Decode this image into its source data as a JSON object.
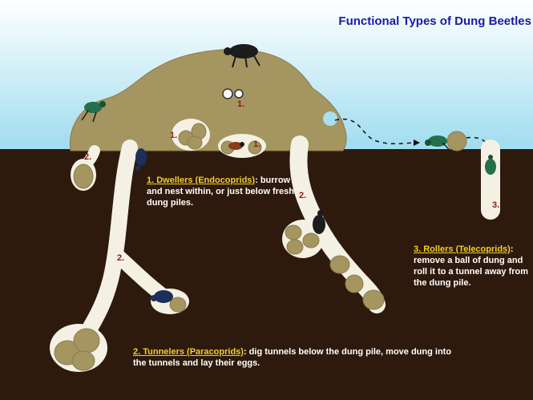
{
  "title": "Functional Types of Dung Beetles",
  "dwellers": {
    "heading": "1. Dwellers (Endocoprids)",
    "description": ": burrow and nest within, or just below fresh dung piles."
  },
  "tunnelers": {
    "heading": "2.  Tunnelers (Paracoprids)",
    "description": ": dig tunnels below the dung pile, move dung into the tunnels and lay their eggs."
  },
  "rollers": {
    "heading": "3. Rollers (Telecoprids)",
    "description": ": remove a ball of dung and roll it to a tunnel away from the dung pile."
  },
  "markers": {
    "one": "1.",
    "two": "2.",
    "three": "3."
  },
  "colors": {
    "sky_top": "#ffffff",
    "sky_bottom": "#9fdcf0",
    "soil": "#2e1a0d",
    "dung": "#a49561",
    "tunnel": "#f4f1e4",
    "title": "#1a1aa6",
    "caption_heading": "#f0cf2a",
    "number": "#8a1c14"
  }
}
